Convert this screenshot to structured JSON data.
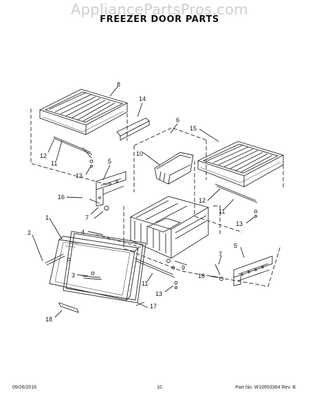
{
  "watermark": "AppliancePartsPros.com",
  "title": "FREEZER DOOR PARTS",
  "footer": {
    "date": "09/26/2016",
    "page": "10",
    "part": "Part No. W10653364  Rev. B"
  },
  "callouts": [
    "1",
    "2",
    "3",
    "4",
    "5",
    "5",
    "6",
    "7",
    "7",
    "8",
    "9",
    "10",
    "11",
    "11",
    "11",
    "12",
    "12",
    "13",
    "13",
    "13",
    "14",
    "15",
    "16",
    "16",
    "17",
    "18"
  ]
}
